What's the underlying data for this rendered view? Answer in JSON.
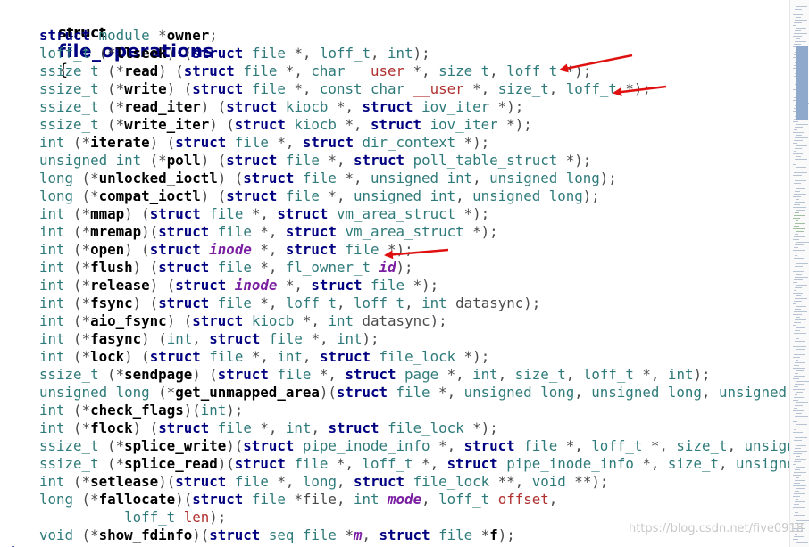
{
  "header": {
    "keyword": "struct",
    "name": "file_operations",
    "brace": "{"
  },
  "lines": [
    [
      [
        "kw",
        "struct"
      ],
      [
        "pl",
        " "
      ],
      [
        "ty",
        "module"
      ],
      [
        "pl",
        " *"
      ],
      [
        "fn",
        "owner"
      ],
      [
        "pl",
        ";"
      ]
    ],
    [
      [
        "ty",
        "loff_t"
      ],
      [
        "pl",
        " (*"
      ],
      [
        "fn",
        "llseek"
      ],
      [
        "pl",
        ") ("
      ],
      [
        "kw",
        "struct"
      ],
      [
        "pl",
        " "
      ],
      [
        "ty",
        "file"
      ],
      [
        "pl",
        " *, "
      ],
      [
        "ty",
        "loff_t"
      ],
      [
        "pl",
        ", "
      ],
      [
        "ty",
        "int"
      ],
      [
        "pl",
        ");"
      ]
    ],
    [
      [
        "ty",
        "ssize_t"
      ],
      [
        "pl",
        " (*"
      ],
      [
        "fn",
        "read"
      ],
      [
        "pl",
        ") ("
      ],
      [
        "kw",
        "struct"
      ],
      [
        "pl",
        " "
      ],
      [
        "ty",
        "file"
      ],
      [
        "pl",
        " *, "
      ],
      [
        "ty",
        "char"
      ],
      [
        "pl",
        " "
      ],
      [
        "mac",
        "__user"
      ],
      [
        "pl",
        " *, "
      ],
      [
        "ty",
        "size_t"
      ],
      [
        "pl",
        ", "
      ],
      [
        "ty",
        "loff_t"
      ],
      [
        "pl",
        " *);"
      ]
    ],
    [
      [
        "ty",
        "ssize_t"
      ],
      [
        "pl",
        " (*"
      ],
      [
        "fn",
        "write"
      ],
      [
        "pl",
        ") ("
      ],
      [
        "kw",
        "struct"
      ],
      [
        "pl",
        " "
      ],
      [
        "ty",
        "file"
      ],
      [
        "pl",
        " *, "
      ],
      [
        "ty",
        "const"
      ],
      [
        "pl",
        " "
      ],
      [
        "ty",
        "char"
      ],
      [
        "pl",
        " "
      ],
      [
        "mac",
        "__user"
      ],
      [
        "pl",
        " *, "
      ],
      [
        "ty",
        "size_t"
      ],
      [
        "pl",
        ", "
      ],
      [
        "ty",
        "loff_t"
      ],
      [
        "pl",
        " *);"
      ]
    ],
    [
      [
        "ty",
        "ssize_t"
      ],
      [
        "pl",
        " (*"
      ],
      [
        "fn",
        "read_iter"
      ],
      [
        "pl",
        ") ("
      ],
      [
        "kw",
        "struct"
      ],
      [
        "pl",
        " "
      ],
      [
        "ty",
        "kiocb"
      ],
      [
        "pl",
        " *, "
      ],
      [
        "kw",
        "struct"
      ],
      [
        "pl",
        " "
      ],
      [
        "ty",
        "iov_iter"
      ],
      [
        "pl",
        " *);"
      ]
    ],
    [
      [
        "ty",
        "ssize_t"
      ],
      [
        "pl",
        " (*"
      ],
      [
        "fn",
        "write_iter"
      ],
      [
        "pl",
        ") ("
      ],
      [
        "kw",
        "struct"
      ],
      [
        "pl",
        " "
      ],
      [
        "ty",
        "kiocb"
      ],
      [
        "pl",
        " *, "
      ],
      [
        "kw",
        "struct"
      ],
      [
        "pl",
        " "
      ],
      [
        "ty",
        "iov_iter"
      ],
      [
        "pl",
        " *);"
      ]
    ],
    [
      [
        "ty",
        "int"
      ],
      [
        "pl",
        " (*"
      ],
      [
        "fn",
        "iterate"
      ],
      [
        "pl",
        ") ("
      ],
      [
        "kw",
        "struct"
      ],
      [
        "pl",
        " "
      ],
      [
        "ty",
        "file"
      ],
      [
        "pl",
        " *, "
      ],
      [
        "kw",
        "struct"
      ],
      [
        "pl",
        " "
      ],
      [
        "ty",
        "dir_context"
      ],
      [
        "pl",
        " *);"
      ]
    ],
    [
      [
        "ty",
        "unsigned int"
      ],
      [
        "pl",
        " (*"
      ],
      [
        "fn",
        "poll"
      ],
      [
        "pl",
        ") ("
      ],
      [
        "kw",
        "struct"
      ],
      [
        "pl",
        " "
      ],
      [
        "ty",
        "file"
      ],
      [
        "pl",
        " *, "
      ],
      [
        "kw",
        "struct"
      ],
      [
        "pl",
        " "
      ],
      [
        "ty",
        "poll_table_struct"
      ],
      [
        "pl",
        " *);"
      ]
    ],
    [
      [
        "ty",
        "long"
      ],
      [
        "pl",
        " (*"
      ],
      [
        "fn",
        "unlocked_ioctl"
      ],
      [
        "pl",
        ") ("
      ],
      [
        "kw",
        "struct"
      ],
      [
        "pl",
        " "
      ],
      [
        "ty",
        "file"
      ],
      [
        "pl",
        " *, "
      ],
      [
        "ty",
        "unsigned int"
      ],
      [
        "pl",
        ", "
      ],
      [
        "ty",
        "unsigned long"
      ],
      [
        "pl",
        ");"
      ]
    ],
    [
      [
        "ty",
        "long"
      ],
      [
        "pl",
        " (*"
      ],
      [
        "fn",
        "compat_ioctl"
      ],
      [
        "pl",
        ") ("
      ],
      [
        "kw",
        "struct"
      ],
      [
        "pl",
        " "
      ],
      [
        "ty",
        "file"
      ],
      [
        "pl",
        " *, "
      ],
      [
        "ty",
        "unsigned int"
      ],
      [
        "pl",
        ", "
      ],
      [
        "ty",
        "unsigned long"
      ],
      [
        "pl",
        ");"
      ]
    ],
    [
      [
        "ty",
        "int"
      ],
      [
        "pl",
        " (*"
      ],
      [
        "fn",
        "mmap"
      ],
      [
        "pl",
        ") ("
      ],
      [
        "kw",
        "struct"
      ],
      [
        "pl",
        " "
      ],
      [
        "ty",
        "file"
      ],
      [
        "pl",
        " *, "
      ],
      [
        "kw",
        "struct"
      ],
      [
        "pl",
        " "
      ],
      [
        "ty",
        "vm_area_struct"
      ],
      [
        "pl",
        " *);"
      ]
    ],
    [
      [
        "ty",
        "int"
      ],
      [
        "pl",
        " (*"
      ],
      [
        "fn",
        "mremap"
      ],
      [
        "pl",
        ")("
      ],
      [
        "kw",
        "struct"
      ],
      [
        "pl",
        " "
      ],
      [
        "ty",
        "file"
      ],
      [
        "pl",
        " *, "
      ],
      [
        "kw",
        "struct"
      ],
      [
        "pl",
        " "
      ],
      [
        "ty",
        "vm_area_struct"
      ],
      [
        "pl",
        " *);"
      ]
    ],
    [
      [
        "ty",
        "int"
      ],
      [
        "pl",
        " (*"
      ],
      [
        "fn",
        "open"
      ],
      [
        "pl",
        ") ("
      ],
      [
        "kw",
        "struct"
      ],
      [
        "pl",
        " "
      ],
      [
        "it",
        "inode"
      ],
      [
        "pl",
        " *, "
      ],
      [
        "kw",
        "struct"
      ],
      [
        "pl",
        " "
      ],
      [
        "ty",
        "file"
      ],
      [
        "pl",
        " *);"
      ]
    ],
    [
      [
        "ty",
        "int"
      ],
      [
        "pl",
        " (*"
      ],
      [
        "fn",
        "flush"
      ],
      [
        "pl",
        ") ("
      ],
      [
        "kw",
        "struct"
      ],
      [
        "pl",
        " "
      ],
      [
        "ty",
        "file"
      ],
      [
        "pl",
        " *, "
      ],
      [
        "ty",
        "fl_owner_t"
      ],
      [
        "pl",
        " "
      ],
      [
        "it",
        "id"
      ],
      [
        "pl",
        ");"
      ]
    ],
    [
      [
        "ty",
        "int"
      ],
      [
        "pl",
        " (*"
      ],
      [
        "fn",
        "release"
      ],
      [
        "pl",
        ") ("
      ],
      [
        "kw",
        "struct"
      ],
      [
        "pl",
        " "
      ],
      [
        "it",
        "inode"
      ],
      [
        "pl",
        " *, "
      ],
      [
        "kw",
        "struct"
      ],
      [
        "pl",
        " "
      ],
      [
        "ty",
        "file"
      ],
      [
        "pl",
        " *);"
      ]
    ],
    [
      [
        "ty",
        "int"
      ],
      [
        "pl",
        " (*"
      ],
      [
        "fn",
        "fsync"
      ],
      [
        "pl",
        ") ("
      ],
      [
        "kw",
        "struct"
      ],
      [
        "pl",
        " "
      ],
      [
        "ty",
        "file"
      ],
      [
        "pl",
        " *, "
      ],
      [
        "ty",
        "loff_t"
      ],
      [
        "pl",
        ", "
      ],
      [
        "ty",
        "loff_t"
      ],
      [
        "pl",
        ", "
      ],
      [
        "ty",
        "int"
      ],
      [
        "pl",
        " datasync);"
      ]
    ],
    [
      [
        "ty",
        "int"
      ],
      [
        "pl",
        " (*"
      ],
      [
        "fn",
        "aio_fsync"
      ],
      [
        "pl",
        ") ("
      ],
      [
        "kw",
        "struct"
      ],
      [
        "pl",
        " "
      ],
      [
        "ty",
        "kiocb"
      ],
      [
        "pl",
        " *, "
      ],
      [
        "ty",
        "int"
      ],
      [
        "pl",
        " datasync);"
      ]
    ],
    [
      [
        "ty",
        "int"
      ],
      [
        "pl",
        " (*"
      ],
      [
        "fn",
        "fasync"
      ],
      [
        "pl",
        ") ("
      ],
      [
        "ty",
        "int"
      ],
      [
        "pl",
        ", "
      ],
      [
        "kw",
        "struct"
      ],
      [
        "pl",
        " "
      ],
      [
        "ty",
        "file"
      ],
      [
        "pl",
        " *, "
      ],
      [
        "ty",
        "int"
      ],
      [
        "pl",
        ");"
      ]
    ],
    [
      [
        "ty",
        "int"
      ],
      [
        "pl",
        " (*"
      ],
      [
        "fn",
        "lock"
      ],
      [
        "pl",
        ") ("
      ],
      [
        "kw",
        "struct"
      ],
      [
        "pl",
        " "
      ],
      [
        "ty",
        "file"
      ],
      [
        "pl",
        " *, "
      ],
      [
        "ty",
        "int"
      ],
      [
        "pl",
        ", "
      ],
      [
        "kw",
        "struct"
      ],
      [
        "pl",
        " "
      ],
      [
        "ty",
        "file_lock"
      ],
      [
        "pl",
        " *);"
      ]
    ],
    [
      [
        "ty",
        "ssize_t"
      ],
      [
        "pl",
        " (*"
      ],
      [
        "fn",
        "sendpage"
      ],
      [
        "pl",
        ") ("
      ],
      [
        "kw",
        "struct"
      ],
      [
        "pl",
        " "
      ],
      [
        "ty",
        "file"
      ],
      [
        "pl",
        " *, "
      ],
      [
        "kw",
        "struct"
      ],
      [
        "pl",
        " "
      ],
      [
        "ty",
        "page"
      ],
      [
        "pl",
        " *, "
      ],
      [
        "ty",
        "int"
      ],
      [
        "pl",
        ", "
      ],
      [
        "ty",
        "size_t"
      ],
      [
        "pl",
        ", "
      ],
      [
        "ty",
        "loff_t"
      ],
      [
        "pl",
        " *, "
      ],
      [
        "ty",
        "int"
      ],
      [
        "pl",
        ");"
      ]
    ],
    [
      [
        "ty",
        "unsigned long"
      ],
      [
        "pl",
        " (*"
      ],
      [
        "fn",
        "get_unmapped_area"
      ],
      [
        "pl",
        ")("
      ],
      [
        "kw",
        "struct"
      ],
      [
        "pl",
        " "
      ],
      [
        "ty",
        "file"
      ],
      [
        "pl",
        " *, "
      ],
      [
        "ty",
        "unsigned long"
      ],
      [
        "pl",
        ", "
      ],
      [
        "ty",
        "unsigned long"
      ],
      [
        "pl",
        ", "
      ],
      [
        "ty",
        "unsigned long"
      ],
      [
        "pl",
        ","
      ]
    ],
    [
      [
        "ty",
        "int"
      ],
      [
        "pl",
        " (*"
      ],
      [
        "fn",
        "check_flags"
      ],
      [
        "pl",
        ")("
      ],
      [
        "ty",
        "int"
      ],
      [
        "pl",
        ");"
      ]
    ],
    [
      [
        "ty",
        "int"
      ],
      [
        "pl",
        " (*"
      ],
      [
        "fn",
        "flock"
      ],
      [
        "pl",
        ") ("
      ],
      [
        "kw",
        "struct"
      ],
      [
        "pl",
        " "
      ],
      [
        "ty",
        "file"
      ],
      [
        "pl",
        " *, "
      ],
      [
        "ty",
        "int"
      ],
      [
        "pl",
        ", "
      ],
      [
        "kw",
        "struct"
      ],
      [
        "pl",
        " "
      ],
      [
        "ty",
        "file_lock"
      ],
      [
        "pl",
        " *);"
      ]
    ],
    [
      [
        "ty",
        "ssize_t"
      ],
      [
        "pl",
        " (*"
      ],
      [
        "fn",
        "splice_write"
      ],
      [
        "pl",
        ")("
      ],
      [
        "kw",
        "struct"
      ],
      [
        "pl",
        " "
      ],
      [
        "ty",
        "pipe_inode_info"
      ],
      [
        "pl",
        " *, "
      ],
      [
        "kw",
        "struct"
      ],
      [
        "pl",
        " "
      ],
      [
        "ty",
        "file"
      ],
      [
        "pl",
        " *, "
      ],
      [
        "ty",
        "loff_t"
      ],
      [
        "pl",
        " *, "
      ],
      [
        "ty",
        "size_t"
      ],
      [
        "pl",
        ", "
      ],
      [
        "ty",
        "unsigned int"
      ],
      [
        "pl",
        ")"
      ]
    ],
    [
      [
        "ty",
        "ssize_t"
      ],
      [
        "pl",
        " (*"
      ],
      [
        "fn",
        "splice_read"
      ],
      [
        "pl",
        ")("
      ],
      [
        "kw",
        "struct"
      ],
      [
        "pl",
        " "
      ],
      [
        "ty",
        "file"
      ],
      [
        "pl",
        " *, "
      ],
      [
        "ty",
        "loff_t"
      ],
      [
        "pl",
        " *, "
      ],
      [
        "kw",
        "struct"
      ],
      [
        "pl",
        " "
      ],
      [
        "ty",
        "pipe_inode_info"
      ],
      [
        "pl",
        " *, "
      ],
      [
        "ty",
        "size_t"
      ],
      [
        "pl",
        ", "
      ],
      [
        "ty",
        "unsigned int"
      ],
      [
        "pl",
        ");"
      ]
    ],
    [
      [
        "ty",
        "int"
      ],
      [
        "pl",
        " (*"
      ],
      [
        "fn",
        "setlease"
      ],
      [
        "pl",
        ")("
      ],
      [
        "kw",
        "struct"
      ],
      [
        "pl",
        " "
      ],
      [
        "ty",
        "file"
      ],
      [
        "pl",
        " *, "
      ],
      [
        "ty",
        "long"
      ],
      [
        "pl",
        ", "
      ],
      [
        "kw",
        "struct"
      ],
      [
        "pl",
        " "
      ],
      [
        "ty",
        "file_lock"
      ],
      [
        "pl",
        " **, "
      ],
      [
        "ty",
        "void"
      ],
      [
        "pl",
        " **);"
      ]
    ],
    [
      [
        "ty",
        "long"
      ],
      [
        "pl",
        " (*"
      ],
      [
        "fn",
        "fallocate"
      ],
      [
        "pl",
        ")("
      ],
      [
        "kw",
        "struct"
      ],
      [
        "pl",
        " "
      ],
      [
        "ty",
        "file"
      ],
      [
        "pl",
        " *file, "
      ],
      [
        "ty",
        "int"
      ],
      [
        "pl",
        " "
      ],
      [
        "it",
        "mode"
      ],
      [
        "pl",
        ", "
      ],
      [
        "ty",
        "loff_t"
      ],
      [
        "pl",
        " "
      ],
      [
        "mac",
        "offset"
      ],
      [
        "pl",
        ","
      ]
    ],
    [
      [
        "pl",
        "          "
      ],
      [
        "ty",
        "loff_t"
      ],
      [
        "pl",
        " "
      ],
      [
        "mac",
        "len"
      ],
      [
        "pl",
        ");"
      ]
    ],
    [
      [
        "ty",
        "void"
      ],
      [
        "pl",
        " (*"
      ],
      [
        "fn",
        "show_fdinfo"
      ],
      [
        "pl",
        ")("
      ],
      [
        "kw",
        "struct"
      ],
      [
        "pl",
        " "
      ],
      [
        "ty",
        "seq_file"
      ],
      [
        "pl",
        " *"
      ],
      [
        "it",
        "m"
      ],
      [
        "pl",
        ", "
      ],
      [
        "kw",
        "struct"
      ],
      [
        "pl",
        " "
      ],
      [
        "ty",
        "file"
      ],
      [
        "pl",
        " *"
      ],
      [
        "fn",
        "f"
      ],
      [
        "pl",
        ");"
      ]
    ],
    [
      [
        "kw",
        "#ifndef"
      ]
    ]
  ],
  "watermark": "https://blog.csdn.net/five0918",
  "colors": {
    "keyword": "#000080",
    "type": "#2f7a7a",
    "macro": "#b03030",
    "italic_param": "#7a1fa2",
    "arrow": "#e01010"
  },
  "annotations": [
    {
      "type": "arrow",
      "points_to_line": "read"
    },
    {
      "type": "arrow",
      "points_to_line": "write"
    },
    {
      "type": "arrow",
      "points_to_line": "open"
    }
  ]
}
